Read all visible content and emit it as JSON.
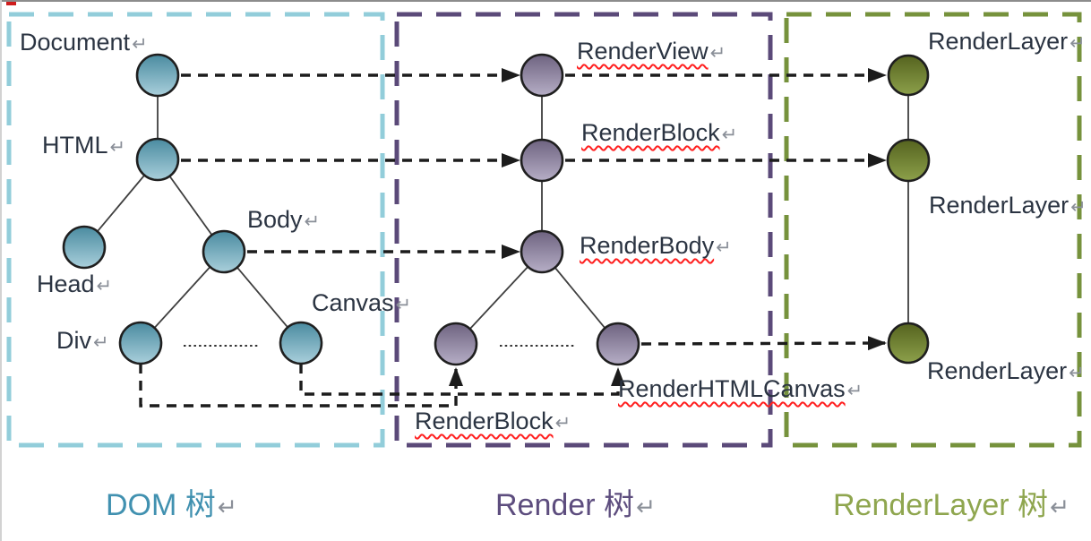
{
  "diagram_title": "Browser rendering trees: DOM tree, Render tree, RenderLayer tree",
  "marks": {
    "return": "↵"
  },
  "dom_tree": {
    "caption": "DOM 树",
    "nodes": {
      "document": "Document",
      "html": "HTML",
      "head": "Head",
      "body": "Body",
      "div": "Div",
      "canvas": "Canvas"
    }
  },
  "render_tree": {
    "caption": "Render 树",
    "nodes": {
      "render_view": "RenderView",
      "render_block_top": "RenderBlock",
      "render_body": "RenderBody",
      "render_block_bottom": "RenderBlock",
      "render_html_canvas": "RenderHTMLCanvas"
    }
  },
  "render_layer_tree": {
    "caption": "RenderLayer 树",
    "nodes": {
      "layer_top": "RenderLayer",
      "layer_middle": "RenderLayer",
      "layer_bottom": "RenderLayer"
    }
  },
  "colors": {
    "dom_box_border": "#92cdda",
    "render_box_border": "#5b4a79",
    "layer_box_border": "#76923c",
    "dom_caption": "#4191b0",
    "render_caption": "#5d4d7e",
    "layer_caption": "#8fa64f",
    "dom_node_top": "#4a8ba0",
    "dom_node_bottom": "#a9cfdb",
    "render_node_top": "#6e6380",
    "render_node_bottom": "#b6aec6",
    "layer_node_top": "#55631f",
    "layer_node_bottom": "#8ca04a",
    "label_text": "#2b3442",
    "connector": "#1c1c1c",
    "squiggle": "#ff1f1f"
  }
}
